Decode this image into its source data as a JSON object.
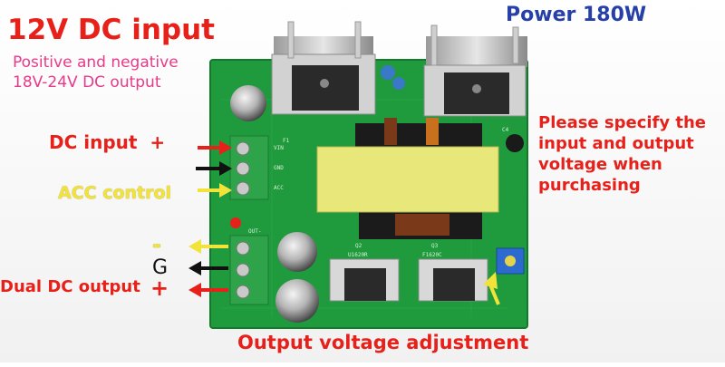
{
  "labels": {
    "title": "12V DC input",
    "power": "Power 180W",
    "positive_negative": "Positive and negative 18V-24V DC output",
    "dc_input": "DC input",
    "dc_input_plus": "+",
    "acc_control": "ACC control",
    "minus": "-",
    "g": "G",
    "dual_dc_output": "Dual DC output",
    "plus": "+",
    "specify_note": "Please specify the input and output voltage when purchasing",
    "voltage_adjustment": "Output voltage adjustment"
  },
  "silkscreen": {
    "f1": "F1",
    "vin": "VIN",
    "gnd": "GND",
    "acc": "ACC",
    "out": "OUT-",
    "q2": "Q2",
    "q3": "Q3",
    "part1": "U1620R",
    "part2": "F1620C",
    "c4": "C4"
  },
  "colors": {
    "pcb": "#1f9a3c",
    "label_red": "#e8201a",
    "label_blue": "#2740a8",
    "label_pink": "#e83a8a",
    "label_yellow": "#f2e33a",
    "terminal_green": "#2fa34a",
    "transformer_yellow": "#e8e87a"
  }
}
